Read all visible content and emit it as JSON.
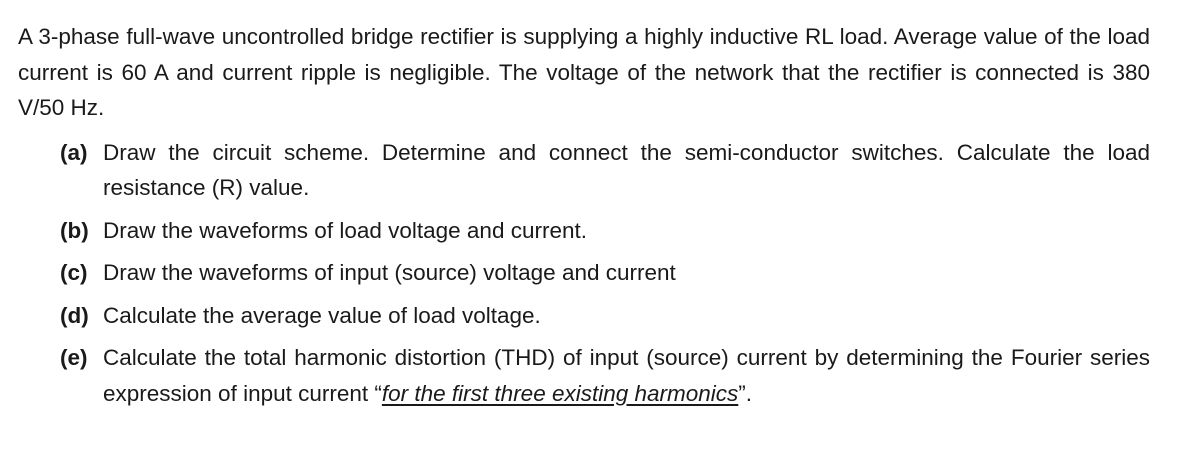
{
  "document": {
    "intro": "A 3-phase full-wave uncontrolled bridge rectifier is supplying a highly inductive RL load. Average value of the load current is 60 A and current ripple is negligible. The voltage of the network that the rectifier is connected is 380 V/50 Hz.",
    "items": [
      {
        "label": "(a)",
        "text": "Draw the circuit scheme. Determine and connect the semi-conductor switches. Calculate the load resistance (R) value."
      },
      {
        "label": "(b)",
        "text": "Draw the waveforms of load voltage and current."
      },
      {
        "label": "(c)",
        "text": "Draw the waveforms of input (source) voltage and current"
      },
      {
        "label": "(d)",
        "text": "Calculate the average value of load voltage."
      },
      {
        "label": "(e)",
        "text_before": "Calculate the total harmonic distortion (THD) of input (source) current by determining the Fourier series expression of input current “",
        "emphasis": "for the first three existing harmonics",
        "text_after": "”."
      }
    ]
  },
  "colors": {
    "text": "#1a1a1a",
    "background": "#ffffff"
  }
}
